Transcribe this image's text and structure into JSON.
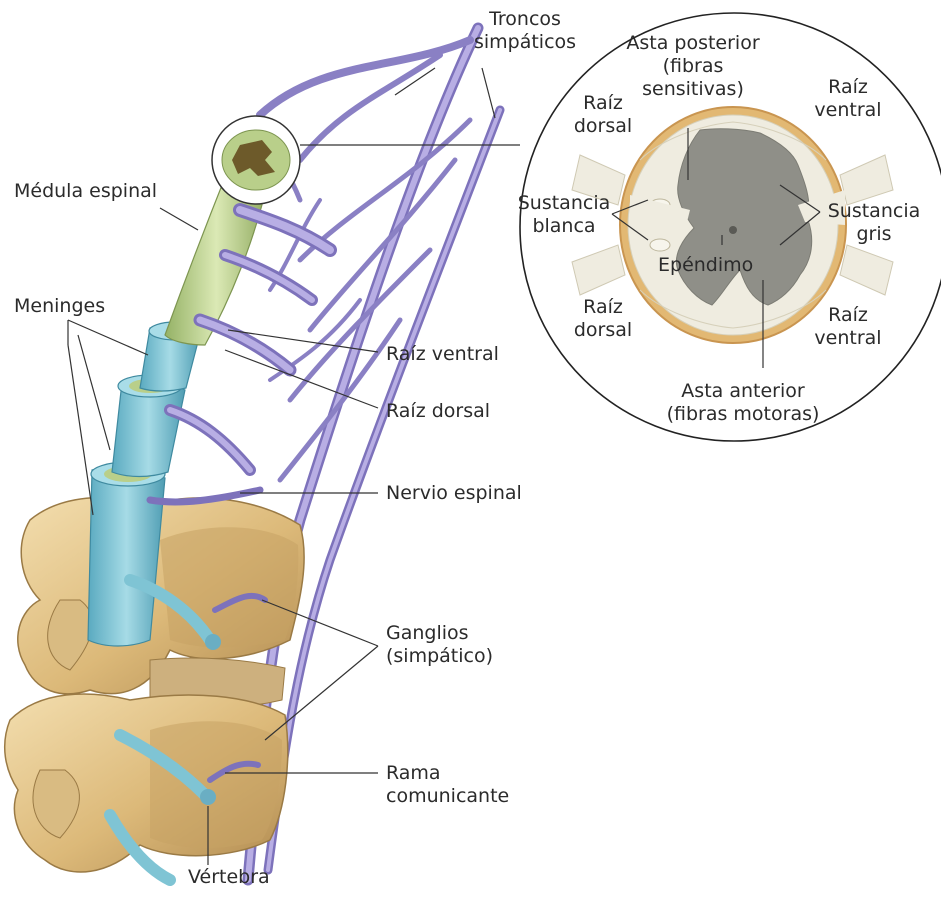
{
  "labels": {
    "troncos": [
      "Troncos",
      "simpáticos"
    ],
    "medula": "Médula espinal",
    "meninges": "Meninges",
    "raiz_ventral": "Raíz ventral",
    "raiz_dorsal": "Raíz dorsal",
    "nervio_espinal": "Nervio espinal",
    "ganglios": [
      "Ganglios",
      "(simpático)"
    ],
    "rama": [
      "Rama",
      "comunicante"
    ],
    "vertebra": "Vértebra"
  },
  "inset": {
    "asta_posterior": [
      "Asta posterior",
      "(fibras",
      "sensitivas)"
    ],
    "raiz_dorsal_top": [
      "Raíz",
      "dorsal"
    ],
    "raiz_ventral_top": [
      "Raíz",
      "ventral"
    ],
    "sustancia_blanca": [
      "Sustancia",
      "blanca"
    ],
    "sustancia_gris": [
      "Sustancia",
      "gris"
    ],
    "ependimo": "Epéndimo",
    "raiz_dorsal_bottom": [
      "Raíz",
      "dorsal"
    ],
    "raiz_ventral_bottom": [
      "Raíz",
      "ventral"
    ],
    "asta_anterior": [
      "Asta anterior",
      "(fibras motoras)"
    ]
  },
  "colors": {
    "bone": "#e3c48c",
    "bone_shadow": "#b58f55",
    "meninges": "#7fc4d4",
    "cord": "#b9cf8a",
    "nerve": "#9d92cf",
    "nerve_dark": "#6d62a8",
    "white_matter": "#efece0",
    "gray_matter": "#8f8f88",
    "outline": "#333333"
  }
}
